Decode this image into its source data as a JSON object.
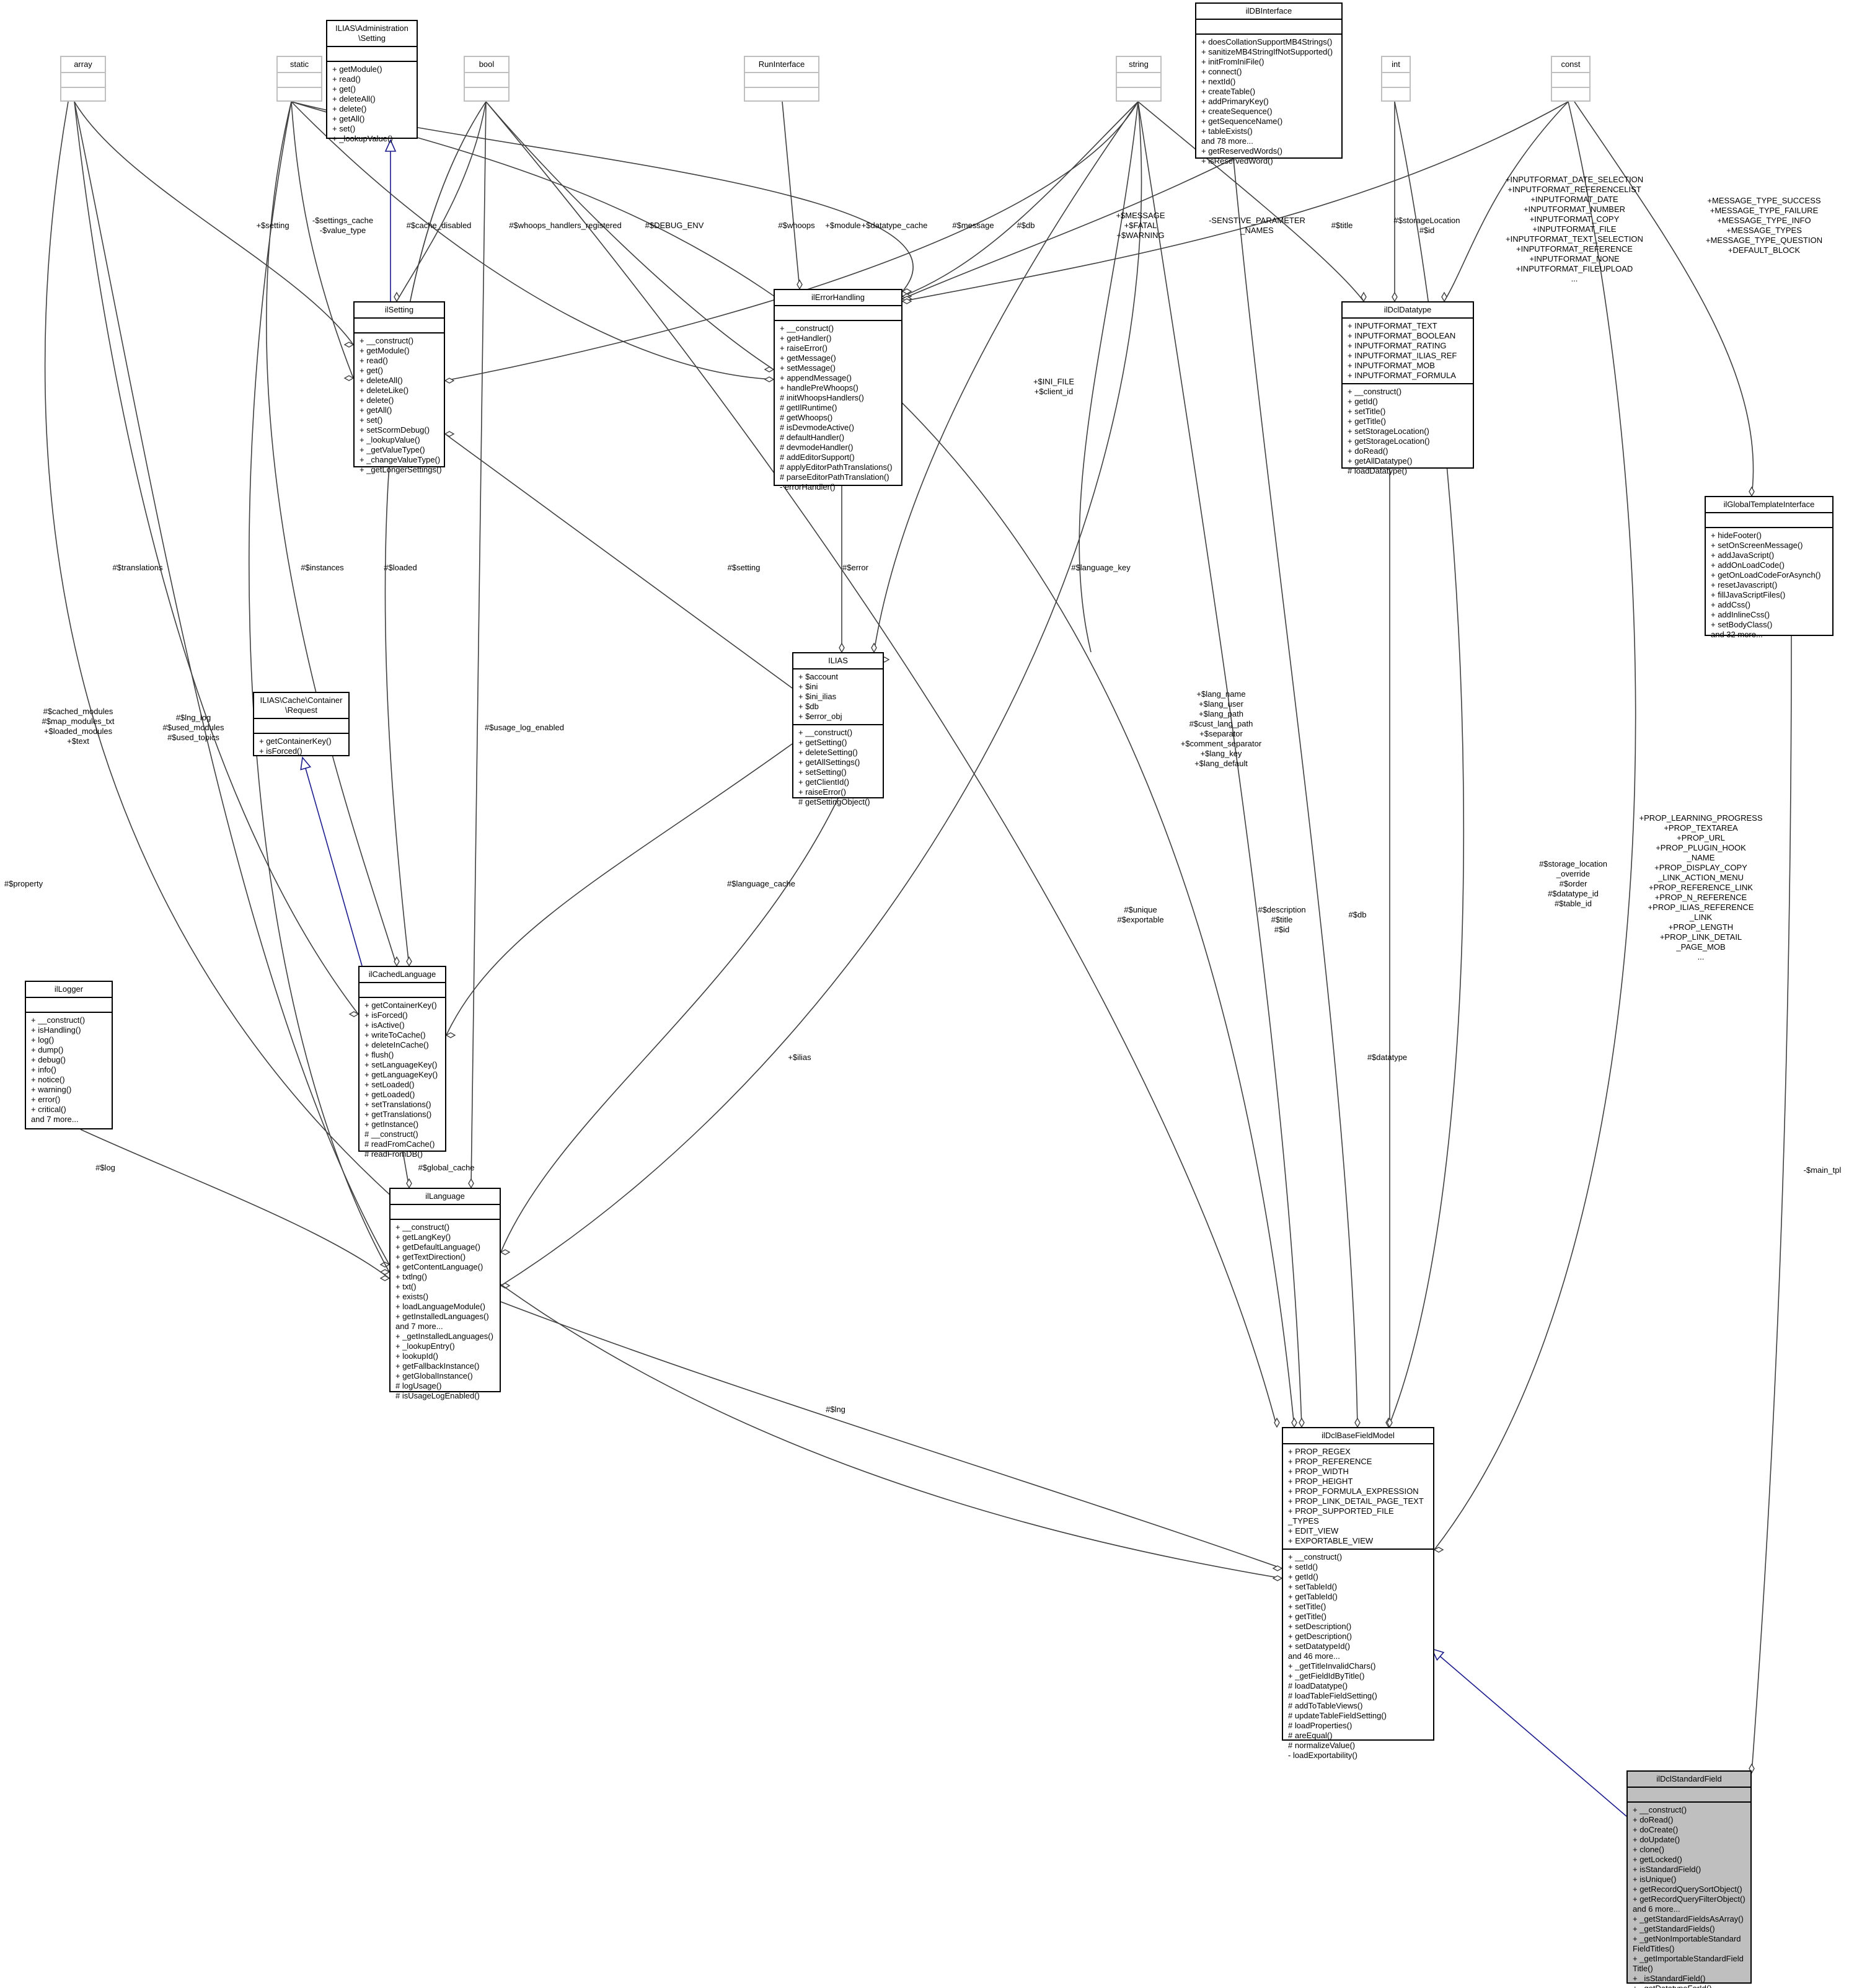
{
  "nodes": {
    "array": {
      "title": "array",
      "attrs": [],
      "methods": []
    },
    "static": {
      "title": "static",
      "attrs": [],
      "methods": []
    },
    "admin_setting": {
      "title": "ILIAS\\Administration\n\\Setting",
      "attrs": [],
      "methods": [
        "+ getModule()",
        "+ read()",
        "+ get()",
        "+ deleteAll()",
        "+ delete()",
        "+ getAll()",
        "+ set()",
        "+ _lookupValue()"
      ]
    },
    "bool": {
      "title": "bool",
      "attrs": [],
      "methods": []
    },
    "runinterface": {
      "title": "RunInterface",
      "attrs": [],
      "methods": []
    },
    "dbinterface": {
      "title": "ilDBInterface",
      "attrs": [],
      "methods": [
        "+ doesCollationSupportMB4Strings()",
        "+ sanitizeMB4StringIfNotSupported()",
        "+ initFromIniFile()",
        "+ connect()",
        "+ nextId()",
        "+ createTable()",
        "+ addPrimaryKey()",
        "+ createSequence()",
        "+ getSequenceName()",
        "+ tableExists()",
        "and 78 more...",
        "+ getReservedWords()",
        "+ isReservedWord()"
      ]
    },
    "string": {
      "title": "string",
      "attrs": [],
      "methods": []
    },
    "int": {
      "title": "int",
      "attrs": [],
      "methods": []
    },
    "const": {
      "title": "const",
      "attrs": [],
      "methods": []
    },
    "ilsetting": {
      "title": "ilSetting",
      "attrs": [],
      "methods": [
        "+ __construct()",
        "+ getModule()",
        "+ read()",
        "+ get()",
        "+ deleteAll()",
        "+ deleteLike()",
        "+ delete()",
        "+ getAll()",
        "+ set()",
        "+ setScormDebug()",
        "+ _lookupValue()",
        "+ _getValueType()",
        "+ _changeValueType()",
        "+ _getLongerSettings()"
      ]
    },
    "ilerrorhandling": {
      "title": "ilErrorHandling",
      "attrs": [],
      "methods": [
        "+ __construct()",
        "+ getHandler()",
        "+ raiseError()",
        "+ getMessage()",
        "+ setMessage()",
        "+ appendMessage()",
        "+ handlePreWhoops()",
        "# initWhoopsHandlers()",
        "# getIlRuntime()",
        "# getWhoops()",
        "# isDevmodeActive()",
        "# defaultHandler()",
        "# devmodeHandler()",
        "# addEditorSupport()",
        "# applyEditorPathTranslations()",
        "# parseEditorPathTranslation()",
        "- errorHandler()"
      ]
    },
    "ildcldatatype": {
      "title": "ilDclDatatype",
      "attrs": [
        "+ INPUTFORMAT_TEXT",
        "+ INPUTFORMAT_BOOLEAN",
        "+ INPUTFORMAT_RATING",
        "+ INPUTFORMAT_ILIAS_REF",
        "+ INPUTFORMAT_MOB",
        "+ INPUTFORMAT_FORMULA"
      ],
      "methods": [
        "+ __construct()",
        "+ getId()",
        "+ setTitle()",
        "+ getTitle()",
        "+ setStorageLocation()",
        "+ getStorageLocation()",
        "+ doRead()",
        "+ getAllDatatype()",
        "# loadDatatype()"
      ]
    },
    "ilglobaltemplate": {
      "title": "ilGlobalTemplateInterface",
      "attrs": [],
      "methods": [
        "+ hideFooter()",
        "+ setOnScreenMessage()",
        "+ addJavaScript()",
        "+ addOnLoadCode()",
        "+ getOnLoadCodeForAsynch()",
        "+ resetJavascript()",
        "+ fillJavaScriptFiles()",
        "+ addCss()",
        "+ addInlineCss()",
        "+ setBodyClass()",
        "and 32 more..."
      ]
    },
    "ilias": {
      "title": "ILIAS",
      "attrs": [
        "+ $account",
        "+ $ini",
        "+ $ini_ilias",
        "+ $db",
        "+ $error_obj"
      ],
      "methods": [
        "+ __construct()",
        "+ getSetting()",
        "+ deleteSetting()",
        "+ getAllSettings()",
        "+ setSetting()",
        "+ getClientId()",
        "+ raiseError()",
        "# getSettingObject()"
      ]
    },
    "cache_request": {
      "title": "ILIAS\\Cache\\Container\n\\Request",
      "attrs": [],
      "methods": [
        "+ getContainerKey()",
        "+ isForced()"
      ]
    },
    "ilcachedlanguage": {
      "title": "ilCachedLanguage",
      "attrs": [],
      "methods": [
        "+ getContainerKey()",
        "+ isForced()",
        "+ isActive()",
        "+ writeToCache()",
        "+ deleteInCache()",
        "+ flush()",
        "+ setLanguageKey()",
        "+ getLanguageKey()",
        "+ setLoaded()",
        "+ getLoaded()",
        "+ setTranslations()",
        "+ getTranslations()",
        "+ getInstance()",
        "# __construct()",
        "# readFromCache()",
        "# readFromDB()"
      ]
    },
    "illogger": {
      "title": "ilLogger",
      "attrs": [],
      "methods": [
        "+ __construct()",
        "+ isHandling()",
        "+ log()",
        "+ dump()",
        "+ debug()",
        "+ info()",
        "+ notice()",
        "+ warning()",
        "+ error()",
        "+ critical()",
        "and 7 more..."
      ]
    },
    "illanguage": {
      "title": "ilLanguage",
      "attrs": [],
      "methods": [
        "+ __construct()",
        "+ getLangKey()",
        "+ getDefaultLanguage()",
        "+ getTextDirection()",
        "+ getContentLanguage()",
        "+ txtlng()",
        "+ txt()",
        "+ exists()",
        "+ loadLanguageModule()",
        "+ getInstalledLanguages()",
        "and 7 more...",
        "+ _getInstalledLanguages()",
        "+ _lookupEntry()",
        "+ lookupId()",
        "+ getFallbackInstance()",
        "+ getGlobalInstance()",
        "# logUsage()",
        "# isUsageLogEnabled()"
      ]
    },
    "ildclbasefieldmodel": {
      "title": "ilDclBaseFieldModel",
      "attrs": [
        "+ PROP_REGEX",
        "+ PROP_REFERENCE",
        "+ PROP_WIDTH",
        "+ PROP_HEIGHT",
        "+ PROP_FORMULA_EXPRESSION",
        "+ PROP_LINK_DETAIL_PAGE_TEXT",
        "+ PROP_SUPPORTED_FILE",
        "_TYPES",
        "+ EDIT_VIEW",
        "+ EXPORTABLE_VIEW"
      ],
      "methods": [
        "+ __construct()",
        "+ setId()",
        "+ getId()",
        "+ setTableId()",
        "+ getTableId()",
        "+ setTitle()",
        "+ getTitle()",
        "+ setDescription()",
        "+ getDescription()",
        "+ setDatatypeId()",
        "and 46 more...",
        "+ _getTitleInvalidChars()",
        "+ _getFieldIdByTitle()",
        "# loadDatatype()",
        "# loadTableFieldSetting()",
        "# addToTableViews()",
        "# updateTableFieldSetting()",
        "# loadProperties()",
        "# areEqual()",
        "# normalizeValue()",
        "- loadExportability()"
      ]
    },
    "ildclstandardfield": {
      "title": "ilDclStandardField",
      "attrs": [],
      "methods": [
        "+ __construct()",
        "+ doRead()",
        "+ doCreate()",
        "+ doUpdate()",
        "+ clone()",
        "+ getLocked()",
        "+ isStandardField()",
        "+ isUnique()",
        "+ getRecordQuerySortObject()",
        "+ getRecordQueryFilterObject()",
        "and 6 more...",
        "+ _getStandardFieldsAsArray()",
        "+ _getStandardFields()",
        "+ _getNonImportableStandard",
        "FieldTitles()",
        "+ _getImportableStandardField",
        "Title()",
        "+ _isStandardField()",
        "+ _getDatatypeForId()"
      ]
    }
  },
  "edge_labels": [
    "+$setting",
    "-$settings_cache\n-$value_type",
    "#$cache_disabled",
    "#$whoops_handlers_registered",
    "#$DEBUG_ENV",
    "#$whoops",
    "+$module",
    "+$datatype_cache",
    "#$message",
    "#$db",
    "+$MESSAGE\n+$FATAL\n+$WARNING",
    "-SENSTIVE_PARAMETER\n_NAMES",
    "#$title",
    "#$storageLocation\n#$id",
    "+INPUTFORMAT_DATE_SELECTION\n+INPUTFORMAT_REFERENCELIST\n+INPUTFORMAT_DATE\n+INPUTFORMAT_NUMBER\n+INPUTFORMAT_COPY\n+INPUTFORMAT_FILE\n+INPUTFORMAT_TEXT_SELECTION\n+INPUTFORMAT_REFERENCE\n+INPUTFORMAT_NONE\n+INPUTFORMAT_FILEUPLOAD\n...",
    "+MESSAGE_TYPE_SUCCESS\n+MESSAGE_TYPE_FAILURE\n+MESSAGE_TYPE_INFO\n+MESSAGE_TYPES\n+MESSAGE_TYPE_QUESTION\n+DEFAULT_BLOCK",
    "+$INI_FILE\n+$client_id",
    "#$translations",
    "#$instances",
    "#$loaded",
    "#$setting",
    "#$error",
    "#$language_key",
    "#$cached_modules\n#$map_modules_txt\n+$loaded_modules\n+$text",
    "#$lng_log\n#$used_modules\n#$used_topics",
    "#$usage_log_enabled",
    "+$lang_name\n+$lang_user\n+$lang_path\n#$cust_lang_path\n+$separator\n+$comment_separator\n+$lang_key\n+$lang_default",
    "#$language_cache",
    "+PROP_LEARNING_PROGRESS\n+PROP_TEXTAREA\n+PROP_URL\n+PROP_PLUGIN_HOOK\n_NAME\n+PROP_DISPLAY_COPY\n_LINK_ACTION_MENU\n+PROP_REFERENCE_LINK\n+PROP_N_REFERENCE\n+PROP_ILIAS_REFERENCE\n_LINK\n+PROP_LENGTH\n+PROP_LINK_DETAIL\n_PAGE_MOB\n...",
    "#$storage_location\n_override\n#$order\n#$datatype_id\n#$table_id",
    "#$description\n#$title\n#$id",
    "#$db",
    "#$datatype",
    "#$unique\n#$exportable",
    "+$ilias",
    "#$global_cache",
    "#$log",
    "#$property",
    "#$lng",
    "-$main_tpl"
  ]
}
